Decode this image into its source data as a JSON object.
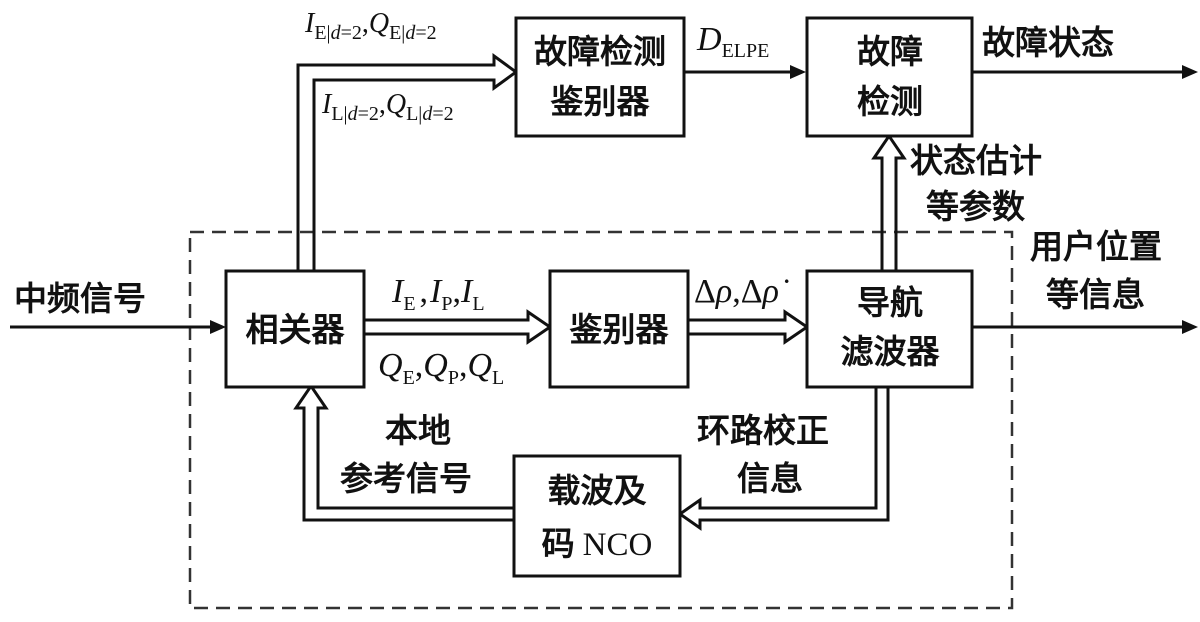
{
  "blocks": {
    "correlator": "相关器",
    "discriminator": "鉴别器",
    "nav_filter_line1": "导航",
    "nav_filter_line2": "滤波器",
    "nco_line1": "载波及",
    "nco_line2_cjk": "码",
    "nco_line2_latin": "NCO",
    "fault_disc_line1": "故障检测",
    "fault_disc_line2": "鉴别器",
    "fault_det_line1": "故障",
    "fault_det_line2": "检测"
  },
  "labels": {
    "if_signal": "中频信号",
    "user_position_line1": "用户位置",
    "user_position_line2": "等信息",
    "fault_state": "故障状态",
    "state_estimate_line1": "状态估计",
    "state_estimate_line2": "等参数",
    "local_ref_line1": "本地",
    "local_ref_line2": "参考信号",
    "loop_corr_line1": "环路校正",
    "loop_corr_line2": "信息"
  },
  "math": {
    "I": "I",
    "Q": "Q",
    "comma": ",",
    "sub_E": "E",
    "sub_P": "P",
    "sub_L": "L",
    "sub_Ed_pre": "E|",
    "sub_Ld_pre": "L|",
    "sub_d": "d",
    "sub_eq2": "=2",
    "D": "D",
    "sub_ELPE": "ELPE",
    "delta": "Δ",
    "rho": "ρ",
    "rho_dot": "ρ̇"
  }
}
